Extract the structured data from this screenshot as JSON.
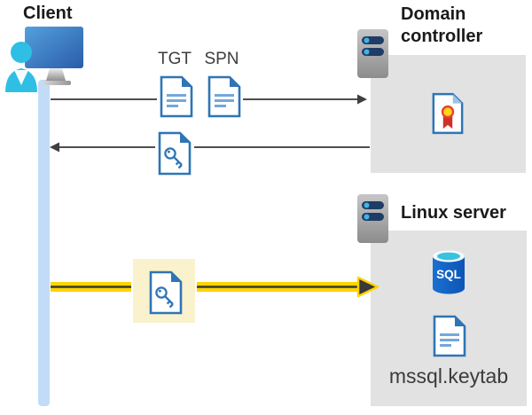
{
  "diagram": {
    "client": {
      "label": "Client"
    },
    "tickets": {
      "tgt_label": "TGT",
      "spn_label": "SPN"
    },
    "domain_controller": {
      "label": "Domain controller"
    },
    "linux_server": {
      "label": "Linux server",
      "sql_label": "SQL",
      "keytab_label": "mssql.keytab"
    }
  },
  "colors": {
    "flow_yellow": "#ffd400",
    "flow_dark": "#393939",
    "arrow_gray": "#4f4f4f",
    "arrowhead_gray": "#3f3f3f",
    "doc_blue": "#2e75b6",
    "doc_line_blue": "#74a7dc",
    "panel_gray": "#e2e2e2",
    "highlight_yellow": "#faf2cc",
    "timeline_blue": "#c2dcf8",
    "server_pill_navy": "#1f3c66",
    "server_dot_cyan": "#42b3e6",
    "sql_blue": "#1160c4",
    "sql_rim_cyan": "#38c2de",
    "person_cyan": "#2fbfe4"
  },
  "icons": {
    "client": "client-workstation-icon",
    "server": "server-icon",
    "ticket_document": "document-icon",
    "key_ticket": "key-file-icon",
    "certificate": "certificate-icon",
    "sql_database": "sql-database-icon"
  }
}
